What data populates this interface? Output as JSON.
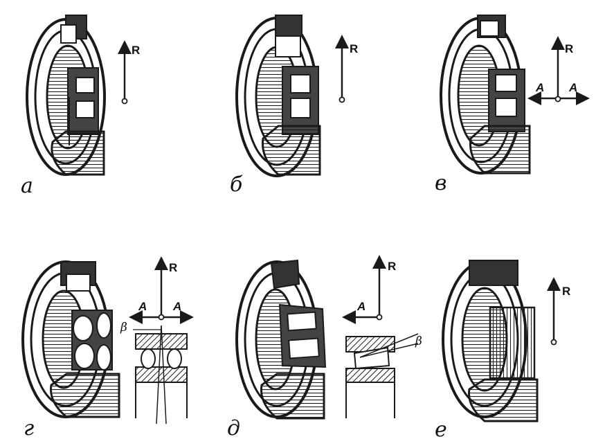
{
  "figures": [
    {
      "id": "a",
      "label": "а",
      "forces": [
        "R"
      ]
    },
    {
      "id": "b",
      "label": "б",
      "forces": [
        "R"
      ]
    },
    {
      "id": "v",
      "label": "в",
      "forces": [
        "R",
        "A",
        "A"
      ]
    },
    {
      "id": "g",
      "label": "г",
      "forces": [
        "R",
        "A",
        "A"
      ],
      "angle": "β"
    },
    {
      "id": "d",
      "label": "д",
      "forces": [
        "R",
        "A"
      ],
      "angle": "β"
    },
    {
      "id": "e",
      "label": "е",
      "forces": [
        "R"
      ]
    }
  ],
  "colors": {
    "ink": "#1a1a1a",
    "paper": "#ffffff"
  }
}
